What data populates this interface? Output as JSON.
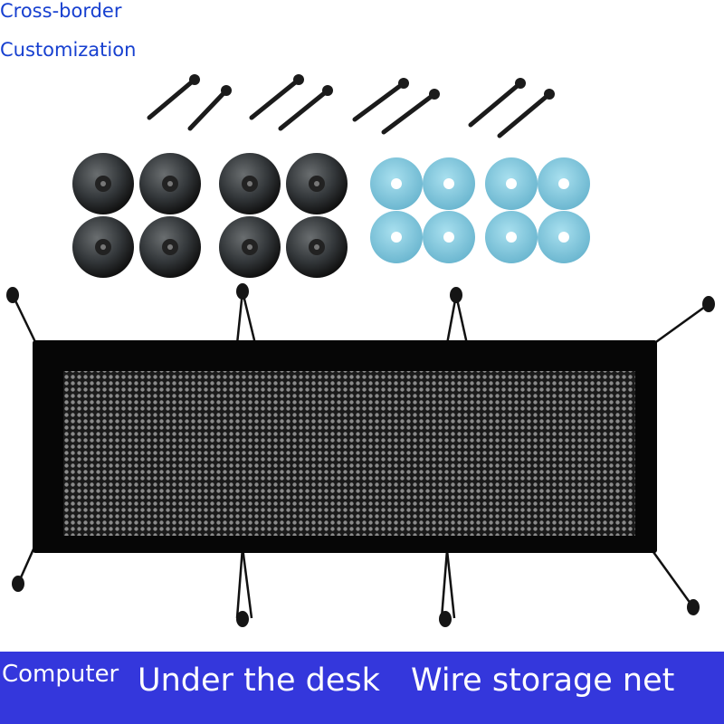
{
  "labels": {
    "line1": "Cross-border",
    "line2": "Customization"
  },
  "banner": {
    "part1": "Computer",
    "part2": "Under the desk",
    "part3": "Wire storage net"
  },
  "colors": {
    "label_text": "#1740d0",
    "banner_bg": "#3437dc",
    "banner_text": "#ffffff",
    "net_fabric": "#000000",
    "washer": "#7ec5dc",
    "fastener": "#2a2a2a"
  },
  "items": {
    "screw_count": 8,
    "fastener_count": 8,
    "washer_count": 8
  }
}
